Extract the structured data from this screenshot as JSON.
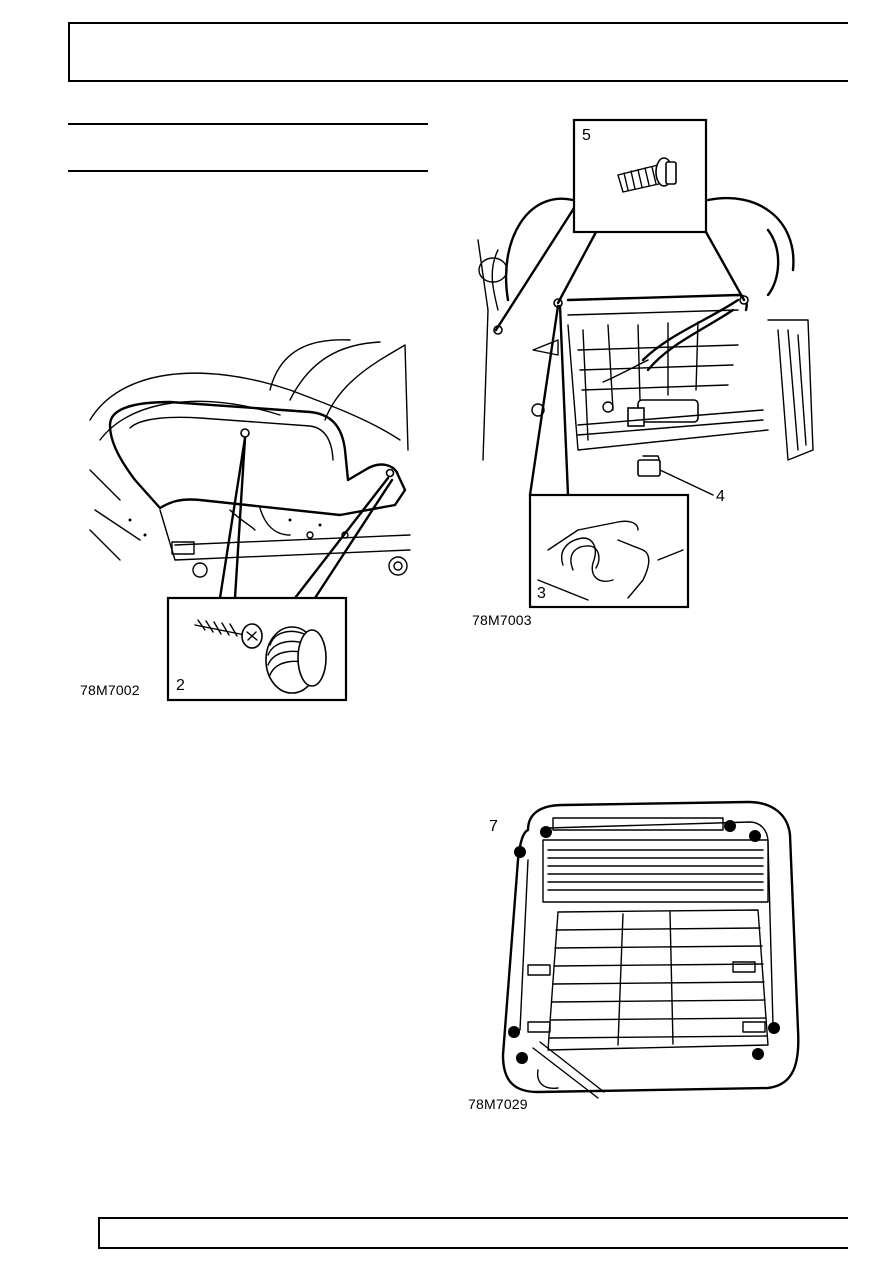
{
  "figures": [
    {
      "code": "78M7002",
      "callouts": [
        "2"
      ]
    },
    {
      "code": "78M7003",
      "callouts": [
        "5",
        "4",
        "3"
      ]
    },
    {
      "code": "78M7029",
      "callouts": [
        "7"
      ]
    }
  ]
}
